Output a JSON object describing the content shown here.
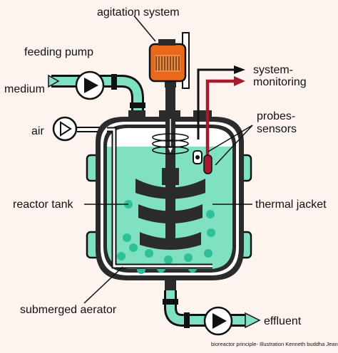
{
  "labels": {
    "agitation_system": "agitation system",
    "feeding_pump": "feeding pump",
    "medium": "medium",
    "system_monitoring_line1": "system-",
    "system_monitoring_line2": "monitoring",
    "air": "air",
    "probes_line1": "probes-",
    "probes_line2": "sensors",
    "reactor_tank": "reactor tank",
    "thermal_jacket": "thermal jacket",
    "submerged_aerator": "submerged aerator",
    "effluent": "effluent"
  },
  "credit": "bioreactor principle- Illustration Kenneth buddha Jeans",
  "colors": {
    "background": "#fdf4ef",
    "liquid": "#7fe0c2",
    "liquid_dark": "#2fbf99",
    "tank_shell": "#2b2b2b",
    "motor": "#e8691c",
    "monitoring_red": "#a51b2e"
  }
}
